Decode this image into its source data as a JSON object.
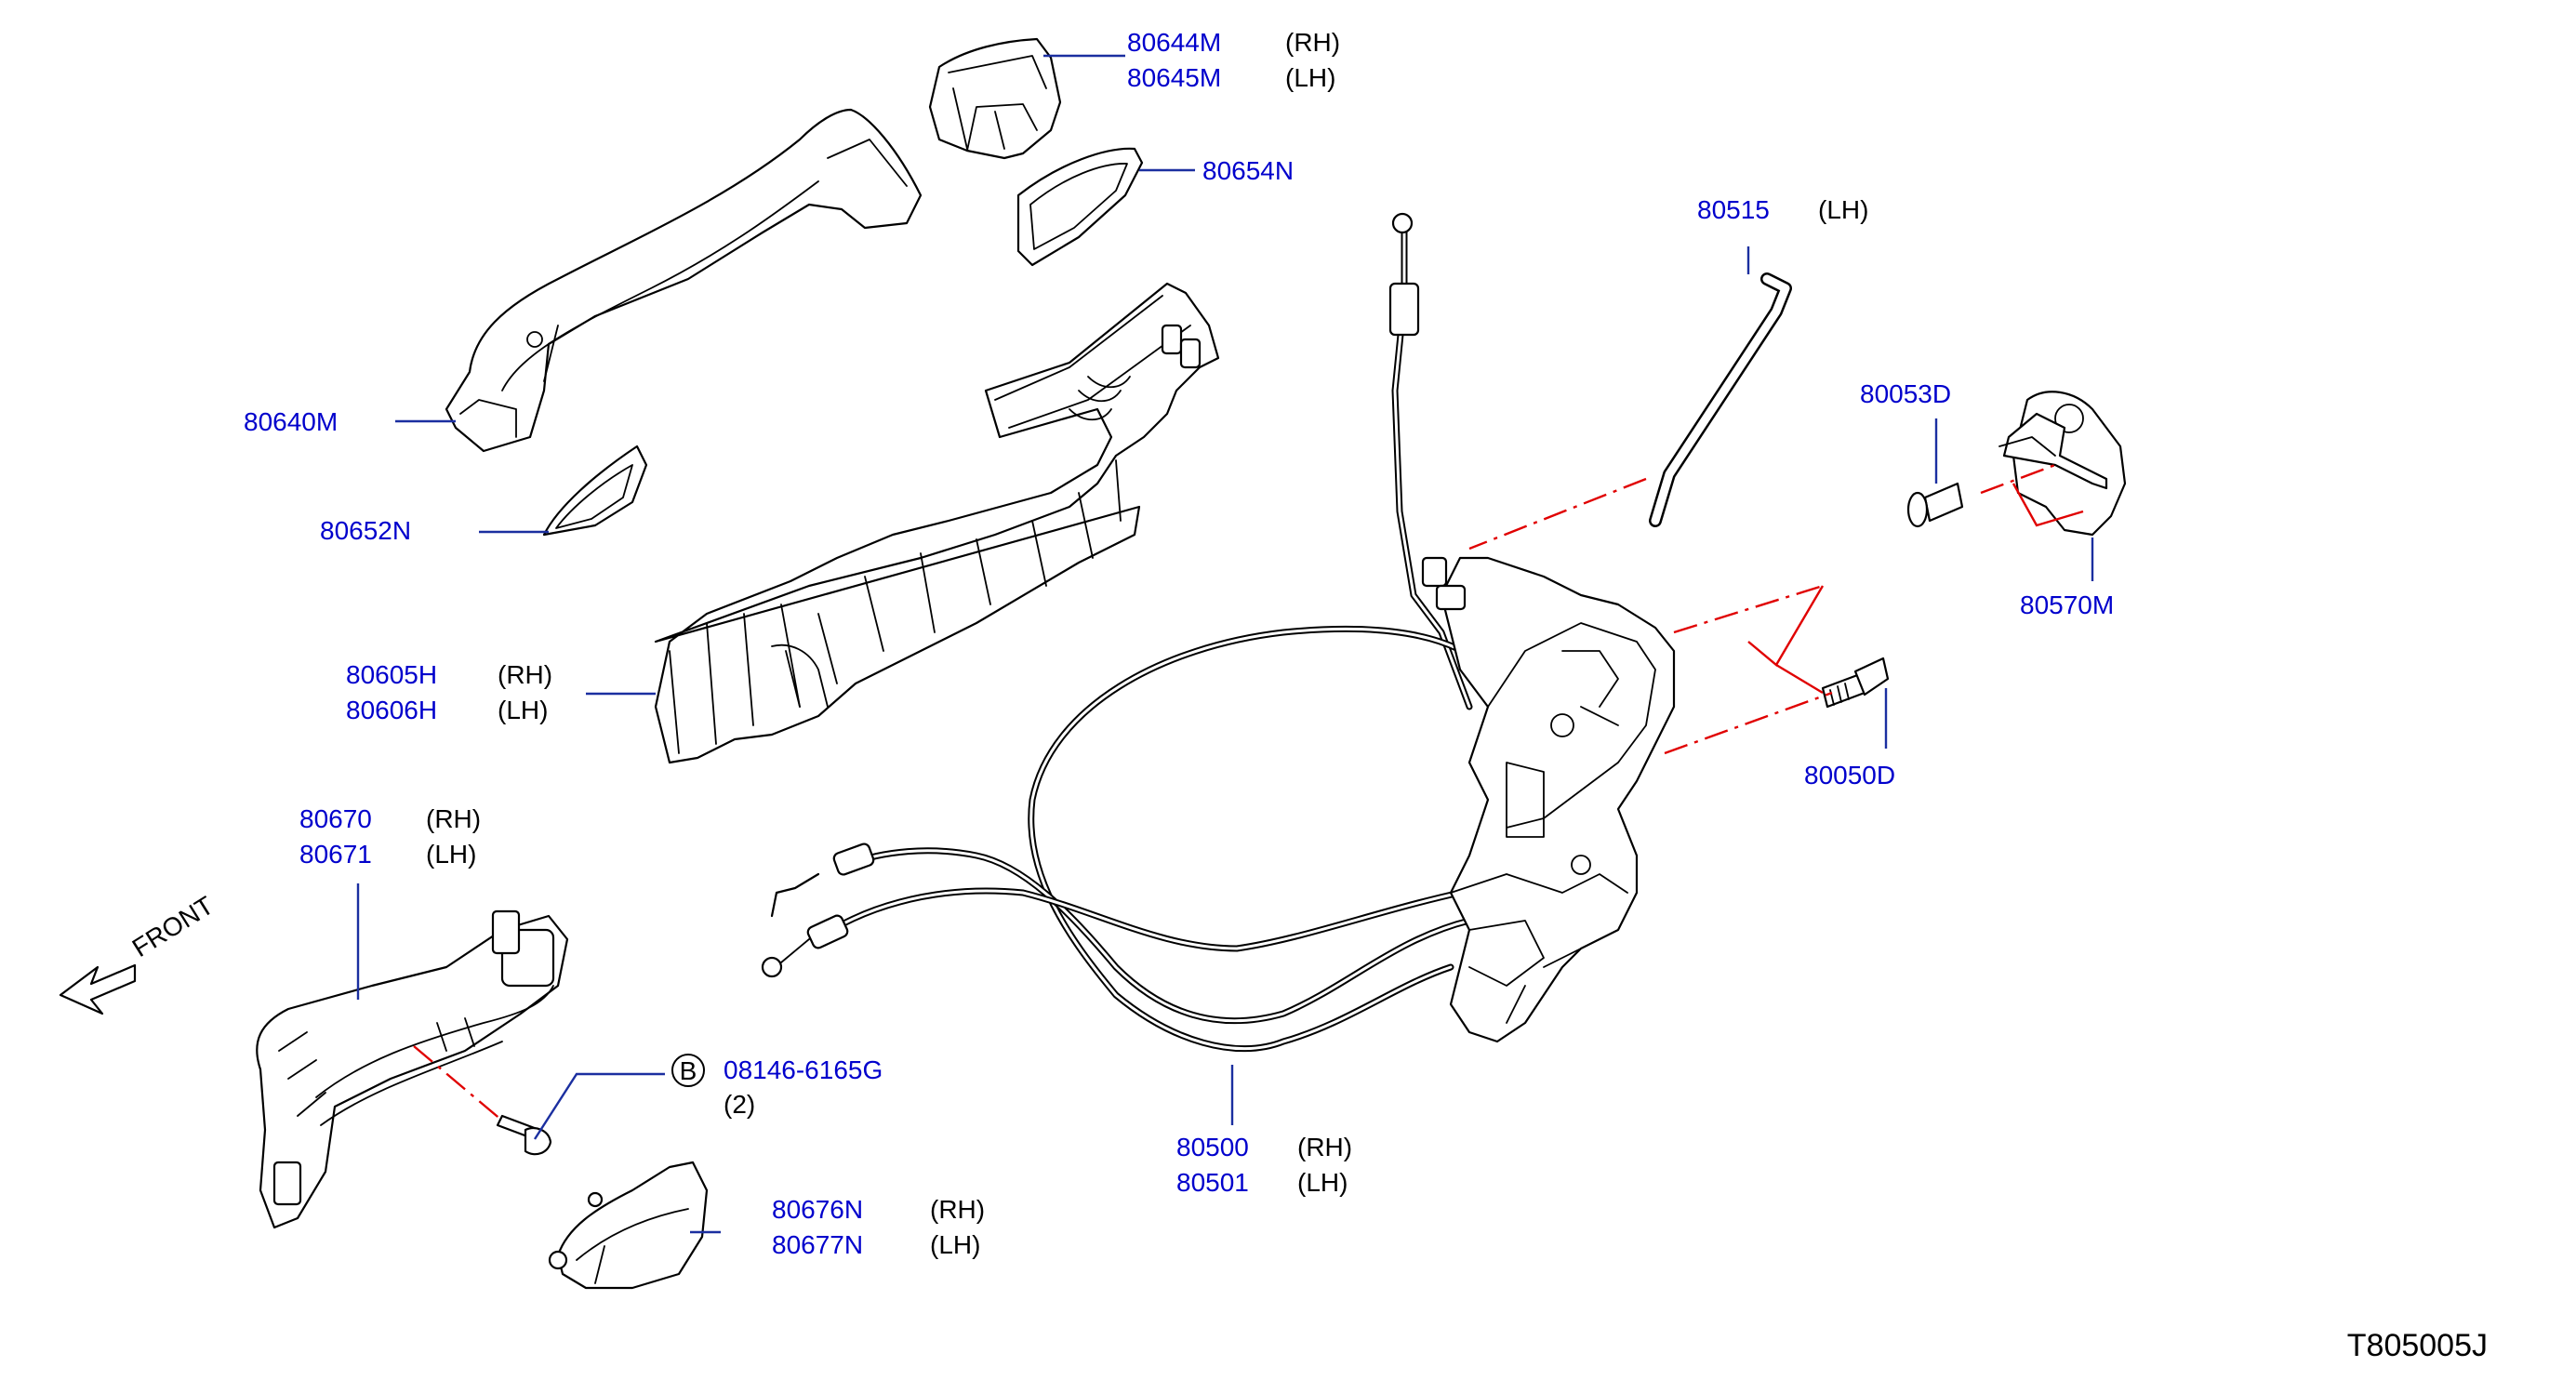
{
  "diagram": {
    "reference_code": "T805005J",
    "front_label": "FRONT",
    "bolt_symbol": "B",
    "callouts": {
      "c80644": {
        "line1": {
          "pn": "80644M",
          "side": "(RH)"
        },
        "line2": {
          "pn": "80645M",
          "side": "(LH)"
        }
      },
      "c80654": {
        "pn": "80654N"
      },
      "c80640": {
        "pn": "80640M"
      },
      "c80652": {
        "pn": "80652N"
      },
      "c80605": {
        "line1": {
          "pn": "80605H",
          "side": "(RH)"
        },
        "line2": {
          "pn": "80606H",
          "side": "(LH)"
        }
      },
      "c80670": {
        "line1": {
          "pn": "80670",
          "side": "(RH)"
        },
        "line2": {
          "pn": "80671",
          "side": "(LH)"
        }
      },
      "c08146": {
        "pn": "08146-6165G",
        "qty": "(2)"
      },
      "c80676": {
        "line1": {
          "pn": "80676N",
          "side": "(RH)"
        },
        "line2": {
          "pn": "80677N",
          "side": "(LH)"
        }
      },
      "c80515": {
        "pn": "80515",
        "side": "(LH)"
      },
      "c80053": {
        "pn": "80053D"
      },
      "c80570": {
        "pn": "80570M"
      },
      "c80050": {
        "pn": "80050D"
      },
      "c80500": {
        "line1": {
          "pn": "80500",
          "side": "(RH)"
        },
        "line2": {
          "pn": "80501",
          "side": "(LH)"
        }
      }
    }
  }
}
